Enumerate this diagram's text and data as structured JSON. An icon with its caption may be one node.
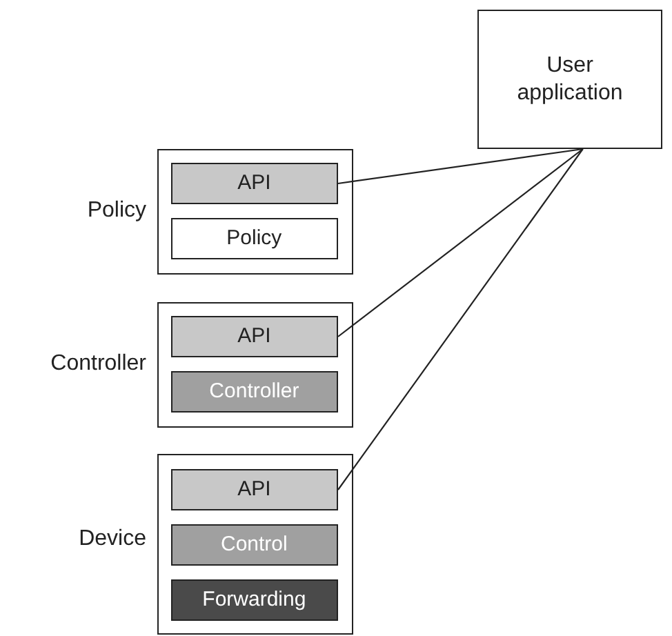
{
  "diagram": {
    "nodes": [
      {
        "text": [
          "User application"
        ]
      },
      {
        "text": [],
        "shape": "box",
        "beside": [
          "Policy"
        ]
      },
      {
        "text": [
          "API"
        ],
        "in": 1
      },
      {
        "text": [
          "Policy"
        ],
        "in": 1
      },
      {
        "text": [],
        "shape": "box",
        "beside": [
          "Controller"
        ]
      },
      {
        "text": [
          "API"
        ],
        "in": 4
      },
      {
        "text": [
          "Controller"
        ],
        "in": 4
      },
      {
        "text": [],
        "shape": "box",
        "beside": [
          "Device"
        ]
      },
      {
        "text": [
          "API"
        ],
        "in": 7
      },
      {
        "text": [
          "Control"
        ],
        "in": 7
      },
      {
        "text": [
          "Forwarding"
        ],
        "in": 7
      }
    ],
    "edges": [
      {
        "from": 0,
        "to": 2,
        "arrow": "none"
      },
      {
        "from": 0,
        "to": 5,
        "arrow": "none"
      },
      {
        "from": 0,
        "to": 8,
        "arrow": "none"
      }
    ]
  }
}
